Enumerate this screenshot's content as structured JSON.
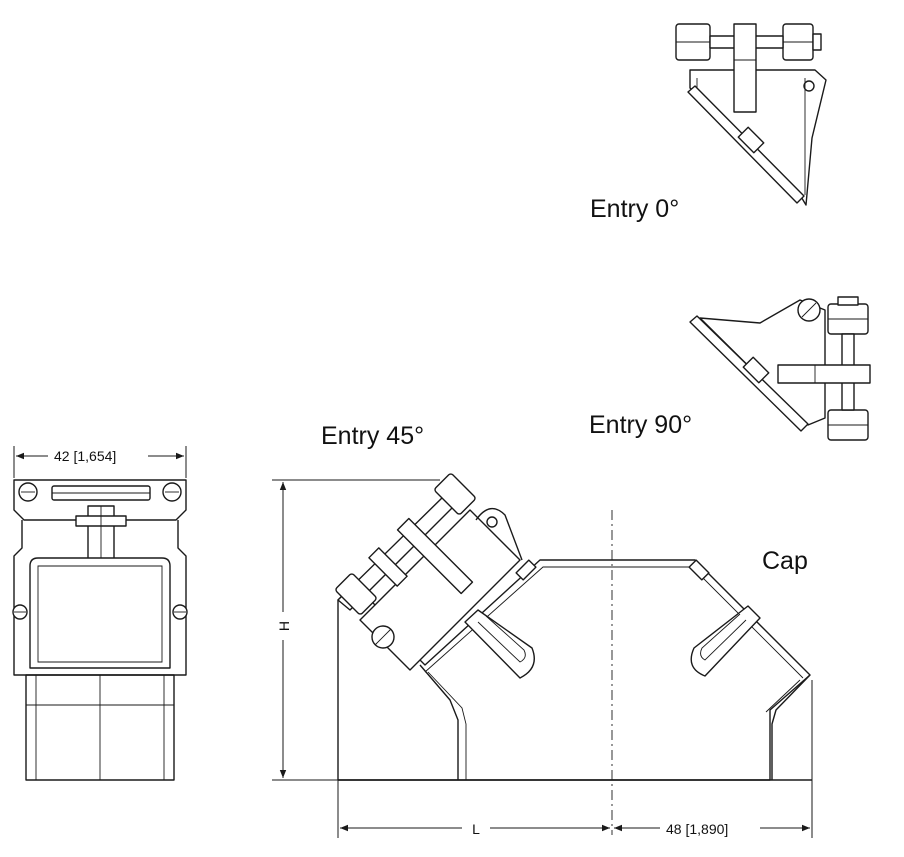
{
  "labels": {
    "entry_0": "Entry 0°",
    "entry_90": "Entry 90°",
    "entry_45": "Entry 45°",
    "cap": "Cap"
  },
  "dimensions": {
    "width_front": "42 [1,654]",
    "height": "H",
    "length": "L",
    "width_side": "48 [1,890]"
  }
}
